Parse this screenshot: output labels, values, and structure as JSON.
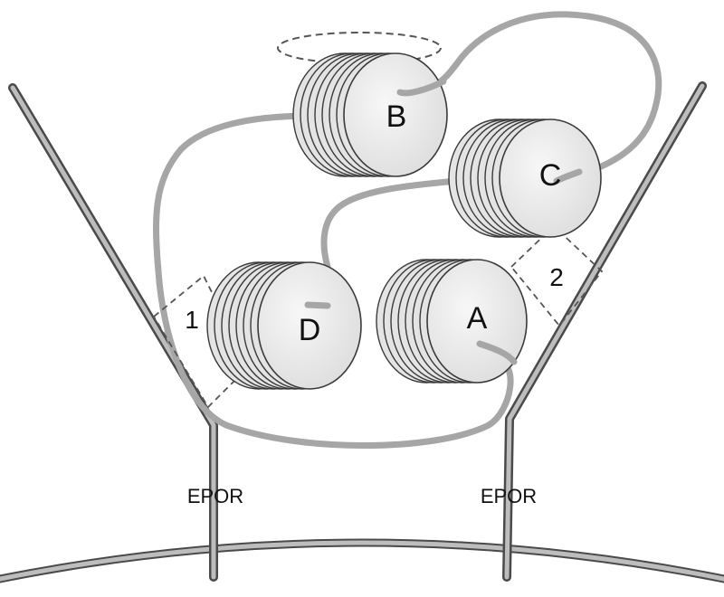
{
  "diagram": {
    "domains": [
      {
        "id": "A",
        "label": "A"
      },
      {
        "id": "B",
        "label": "B"
      },
      {
        "id": "C",
        "label": "C"
      },
      {
        "id": "D",
        "label": "D"
      }
    ],
    "sites": [
      {
        "id": "1",
        "label": "1"
      },
      {
        "id": "2",
        "label": "2"
      }
    ],
    "receptors": [
      {
        "label": "EPOR"
      },
      {
        "label": "EPOR"
      }
    ],
    "colors": {
      "linker": "#a6a6a6",
      "disk_face": "#ececec",
      "disk_edge": "#3a3a3a",
      "receptor_outer": "#4a4a4a",
      "receptor_inner": "#bdbdbd",
      "dashed": "#555555"
    }
  }
}
